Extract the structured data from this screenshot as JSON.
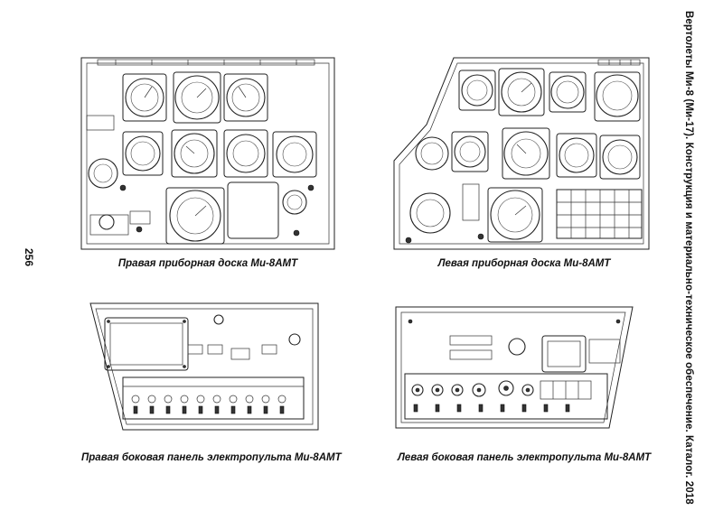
{
  "header": {
    "side_title": "Вертолеты Ми-8 (Ми-17). Конструкция и материально-техническое обеспечение. Каталог. 2018",
    "page_number": "256"
  },
  "captions": {
    "right_panel": "Правая приборная доска Ми-8АМТ",
    "left_panel": "Левая приборная доска Ми-8АМТ",
    "right_console": "Правая боковая панель электропульта Ми-8АМТ",
    "left_console": "Левая боковая панель электропульта Ми-8АМТ"
  }
}
